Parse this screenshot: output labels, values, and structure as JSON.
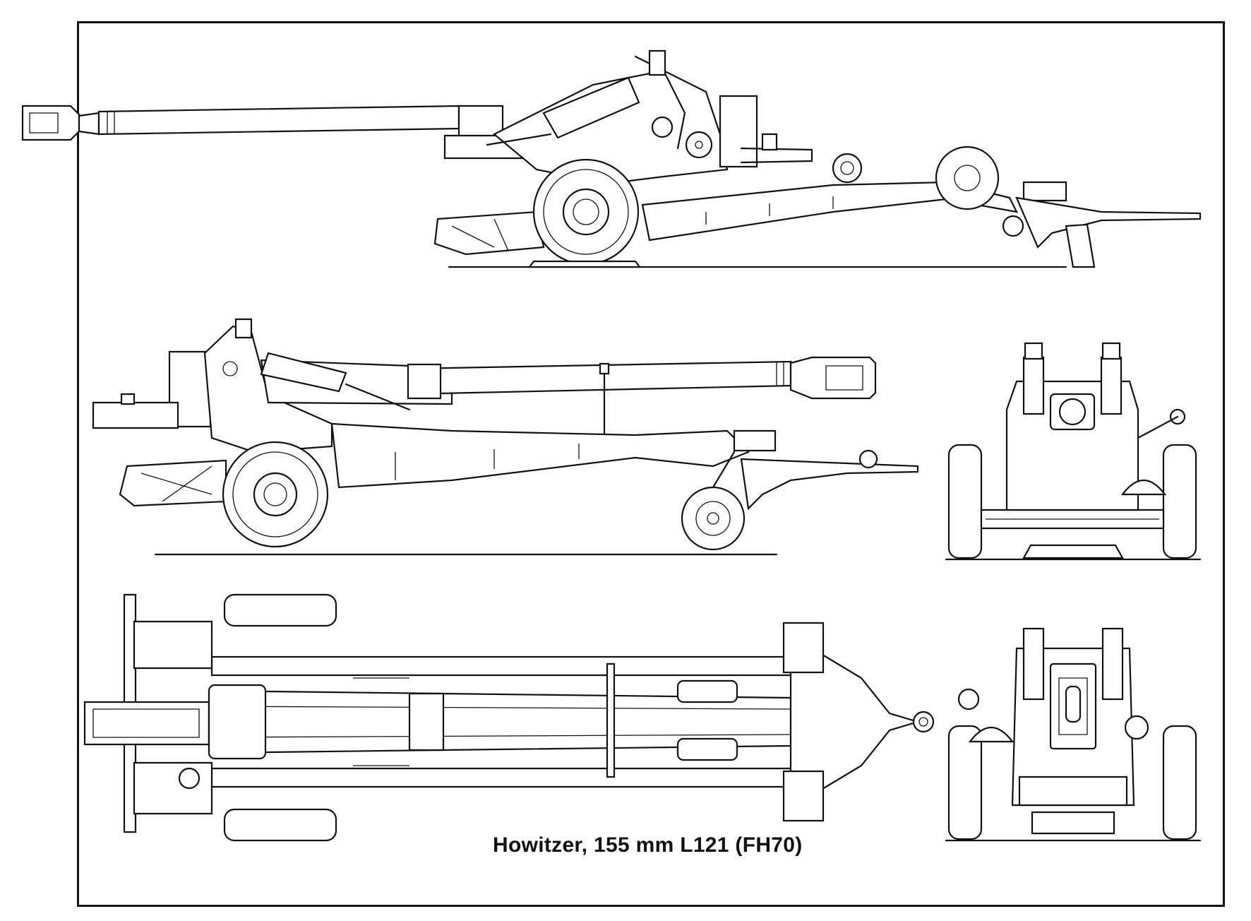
{
  "caption": "Howitzer, 155 mm L121 (FH70)",
  "views": [
    {
      "name": "side-view-firing"
    },
    {
      "name": "side-view-travelling"
    },
    {
      "name": "front-view"
    },
    {
      "name": "top-view"
    },
    {
      "name": "rear-view"
    }
  ],
  "colors": {
    "ink": "#111111",
    "paper": "#ffffff"
  }
}
